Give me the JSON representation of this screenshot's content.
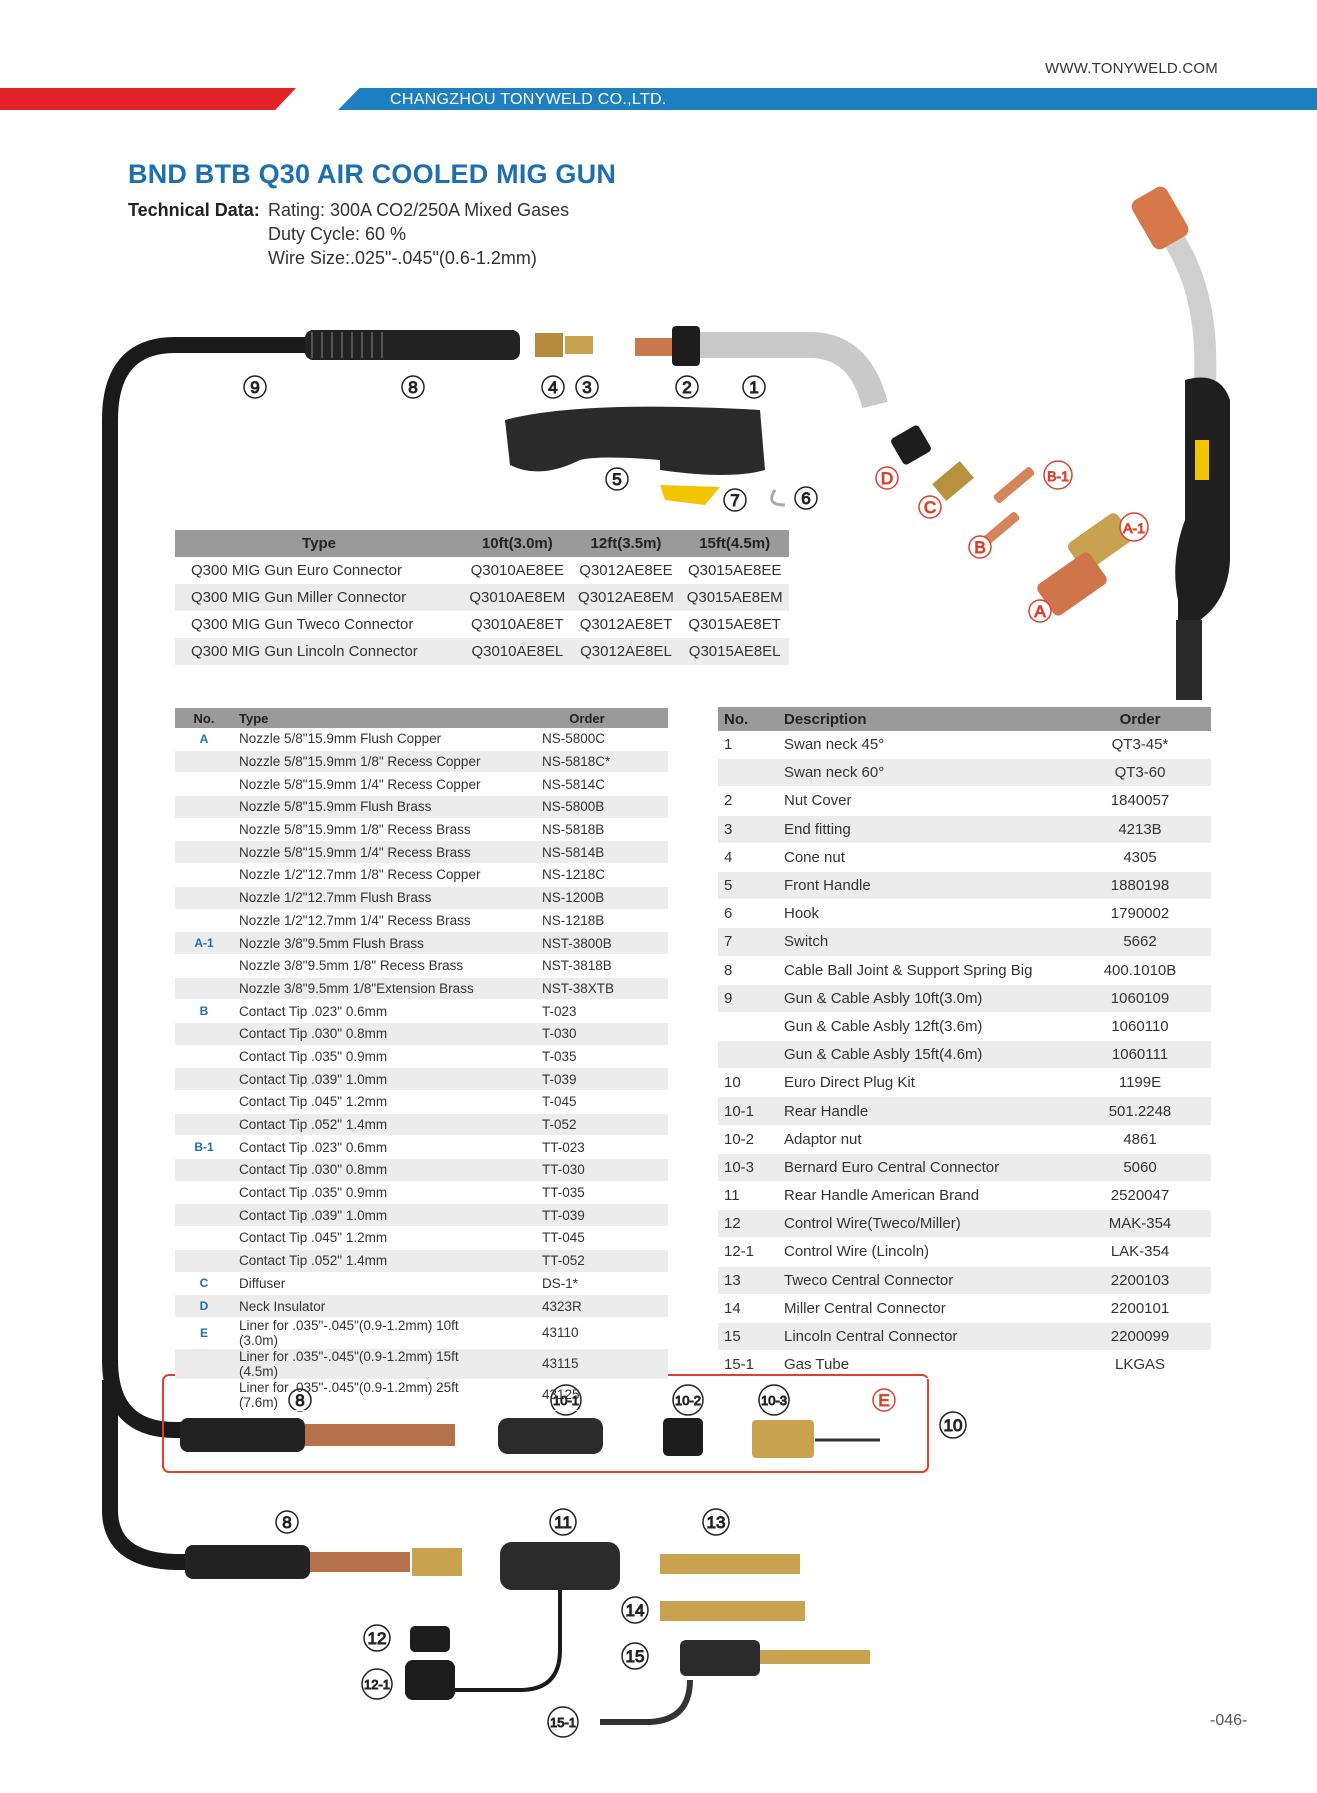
{
  "header": {
    "website": "WWW.TONYWELD.COM",
    "company": "CHANGZHOU TONYWELD CO.,LTD.",
    "colors": {
      "red": "#e3232a",
      "blue": "#1e7fc0",
      "title": "#1e6fb0"
    }
  },
  "product": {
    "title": "BND BTB Q30 AIR COOLED MIG GUN",
    "tech_label": "Technical Data:",
    "tech_lines": [
      "Rating: 300A CO2/250A Mixed Gases",
      "Duty Cycle: 60 %",
      "Wire Size:.025\"-.045\"(0.6-1.2mm)"
    ]
  },
  "callouts": {
    "c1": "1",
    "c2": "2",
    "c3": "3",
    "c4": "4",
    "c5": "5",
    "c6": "6",
    "c7": "7",
    "c8a": "8",
    "c8b": "8",
    "c8c": "8",
    "c9": "9",
    "c10": "10",
    "c10_1": "10-1",
    "c10_2": "10-2",
    "c10_3": "10-3",
    "c11": "11",
    "c12": "12",
    "c12_1": "12-1",
    "c13": "13",
    "c14": "14",
    "c15": "15",
    "c15_1": "15-1",
    "cA": "A",
    "cA1": "A-1",
    "cB": "B",
    "cB1": "B-1",
    "cC": "C",
    "cD": "D",
    "cE": "E"
  },
  "model_table": {
    "headers": [
      "Type",
      "10ft(3.0m)",
      "12ft(3.5m)",
      "15ft(4.5m)"
    ],
    "rows": [
      [
        "Q300 MIG Gun Euro Connector",
        "Q3010AE8EE",
        "Q3012AE8EE",
        "Q3015AE8EE"
      ],
      [
        "Q300 MIG Gun Miller Connector",
        "Q3010AE8EM",
        "Q3012AE8EM",
        "Q3015AE8EM"
      ],
      [
        "Q300 MIG Gun Tweco Connector",
        "Q3010AE8ET",
        "Q3012AE8ET",
        "Q3015AE8ET"
      ],
      [
        "Q300 MIG Gun Lincoln Connector",
        "Q3010AE8EL",
        "Q3012AE8EL",
        "Q3015AE8EL"
      ]
    ]
  },
  "parts_left": {
    "headers": [
      "No.",
      "Type",
      "Order"
    ],
    "rows": [
      [
        "A",
        "Nozzle 5/8\"15.9mm Flush Copper",
        "NS-5800C"
      ],
      [
        "",
        "Nozzle 5/8\"15.9mm 1/8\" Recess Copper",
        "NS-5818C*"
      ],
      [
        "",
        "Nozzle 5/8\"15.9mm 1/4\" Recess Copper",
        "NS-5814C"
      ],
      [
        "",
        "Nozzle 5/8\"15.9mm Flush Brass",
        "NS-5800B"
      ],
      [
        "",
        "Nozzle 5/8\"15.9mm 1/8\" Recess Brass",
        "NS-5818B"
      ],
      [
        "",
        "Nozzle 5/8\"15.9mm 1/4\" Recess Brass",
        "NS-5814B"
      ],
      [
        "",
        "Nozzle 1/2\"12.7mm 1/8\" Recess Copper",
        "NS-1218C"
      ],
      [
        "",
        "Nozzle 1/2\"12.7mm Flush Brass",
        "NS-1200B"
      ],
      [
        "",
        "Nozzle 1/2\"12.7mm 1/4\" Recess Brass",
        "NS-1218B"
      ],
      [
        "A-1",
        "Nozzle 3/8\"9.5mm Flush Brass",
        "NST-3800B"
      ],
      [
        "",
        "Nozzle 3/8\"9.5mm 1/8\" Recess Brass",
        "NST-3818B"
      ],
      [
        "",
        "Nozzle 3/8\"9.5mm 1/8\"Extension Brass",
        "NST-38XTB"
      ],
      [
        "B",
        "Contact Tip .023\" 0.6mm",
        "T-023"
      ],
      [
        "",
        "Contact Tip .030\" 0.8mm",
        "T-030"
      ],
      [
        "",
        "Contact Tip .035\" 0.9mm",
        "T-035"
      ],
      [
        "",
        "Contact Tip .039\" 1.0mm",
        "T-039"
      ],
      [
        "",
        "Contact Tip .045\" 1.2mm",
        "T-045"
      ],
      [
        "",
        "Contact Tip .052\" 1.4mm",
        "T-052"
      ],
      [
        "B-1",
        "Contact Tip .023\" 0.6mm",
        "TT-023"
      ],
      [
        "",
        "Contact Tip .030\" 0.8mm",
        "TT-030"
      ],
      [
        "",
        "Contact Tip .035\" 0.9mm",
        "TT-035"
      ],
      [
        "",
        "Contact Tip .039\" 1.0mm",
        "TT-039"
      ],
      [
        "",
        "Contact Tip .045\" 1.2mm",
        "TT-045"
      ],
      [
        "",
        "Contact Tip .052\" 1.4mm",
        "TT-052"
      ],
      [
        "C",
        "Diffuser",
        "DS-1*"
      ],
      [
        "D",
        "Neck Insulator",
        "4323R"
      ],
      [
        "E",
        "Liner for .035\"-.045\"(0.9-1.2mm) 10ft (3.0m)",
        "43110"
      ],
      [
        "",
        "Liner for .035\"-.045\"(0.9-1.2mm) 15ft (4.5m)",
        "43115"
      ],
      [
        "",
        "Liner for .035\"-.045\"(0.9-1.2mm) 25ft (7.6m)",
        "43125"
      ]
    ]
  },
  "parts_right": {
    "headers": [
      "No.",
      "Description",
      "Order"
    ],
    "rows": [
      [
        "1",
        "Swan neck 45°",
        "QT3-45*"
      ],
      [
        "",
        "Swan neck 60°",
        "QT3-60"
      ],
      [
        "2",
        "Nut Cover",
        "1840057"
      ],
      [
        "3",
        "End fitting",
        "4213B"
      ],
      [
        "4",
        "Cone nut",
        "4305"
      ],
      [
        "5",
        "Front Handle",
        "1880198"
      ],
      [
        "6",
        "Hook",
        "1790002"
      ],
      [
        "7",
        "Switch",
        "5662"
      ],
      [
        "8",
        "Cable Ball Joint & Support Spring Big",
        "400.1010B"
      ],
      [
        "9",
        "Gun & Cable Asbly 10ft(3.0m)",
        "1060109"
      ],
      [
        "",
        "Gun & Cable Asbly 12ft(3.6m)",
        "1060110"
      ],
      [
        "",
        "Gun & Cable Asbly 15ft(4.6m)",
        "1060111"
      ],
      [
        "10",
        "Euro Direct Plug Kit",
        "1199E"
      ],
      [
        "10-1",
        "Rear Handle",
        "501.2248"
      ],
      [
        "10-2",
        "Adaptor nut",
        "4861"
      ],
      [
        "10-3",
        "Bernard Euro Central Connector",
        "5060"
      ],
      [
        "11",
        "Rear Handle American Brand",
        "2520047"
      ],
      [
        "12",
        "Control Wire(Tweco/Miller)",
        "MAK-354"
      ],
      [
        "12-1",
        "Control Wire (Lincoln)",
        "LAK-354"
      ],
      [
        "13",
        "Tweco Central Connector",
        "2200103"
      ],
      [
        "14",
        "Miller Central Connector",
        "2200101"
      ],
      [
        "15",
        "Lincoln Central Connector",
        "2200099"
      ],
      [
        "15-1",
        "Gas Tube",
        "LKGAS"
      ]
    ]
  },
  "footer": {
    "page": "-046-"
  }
}
